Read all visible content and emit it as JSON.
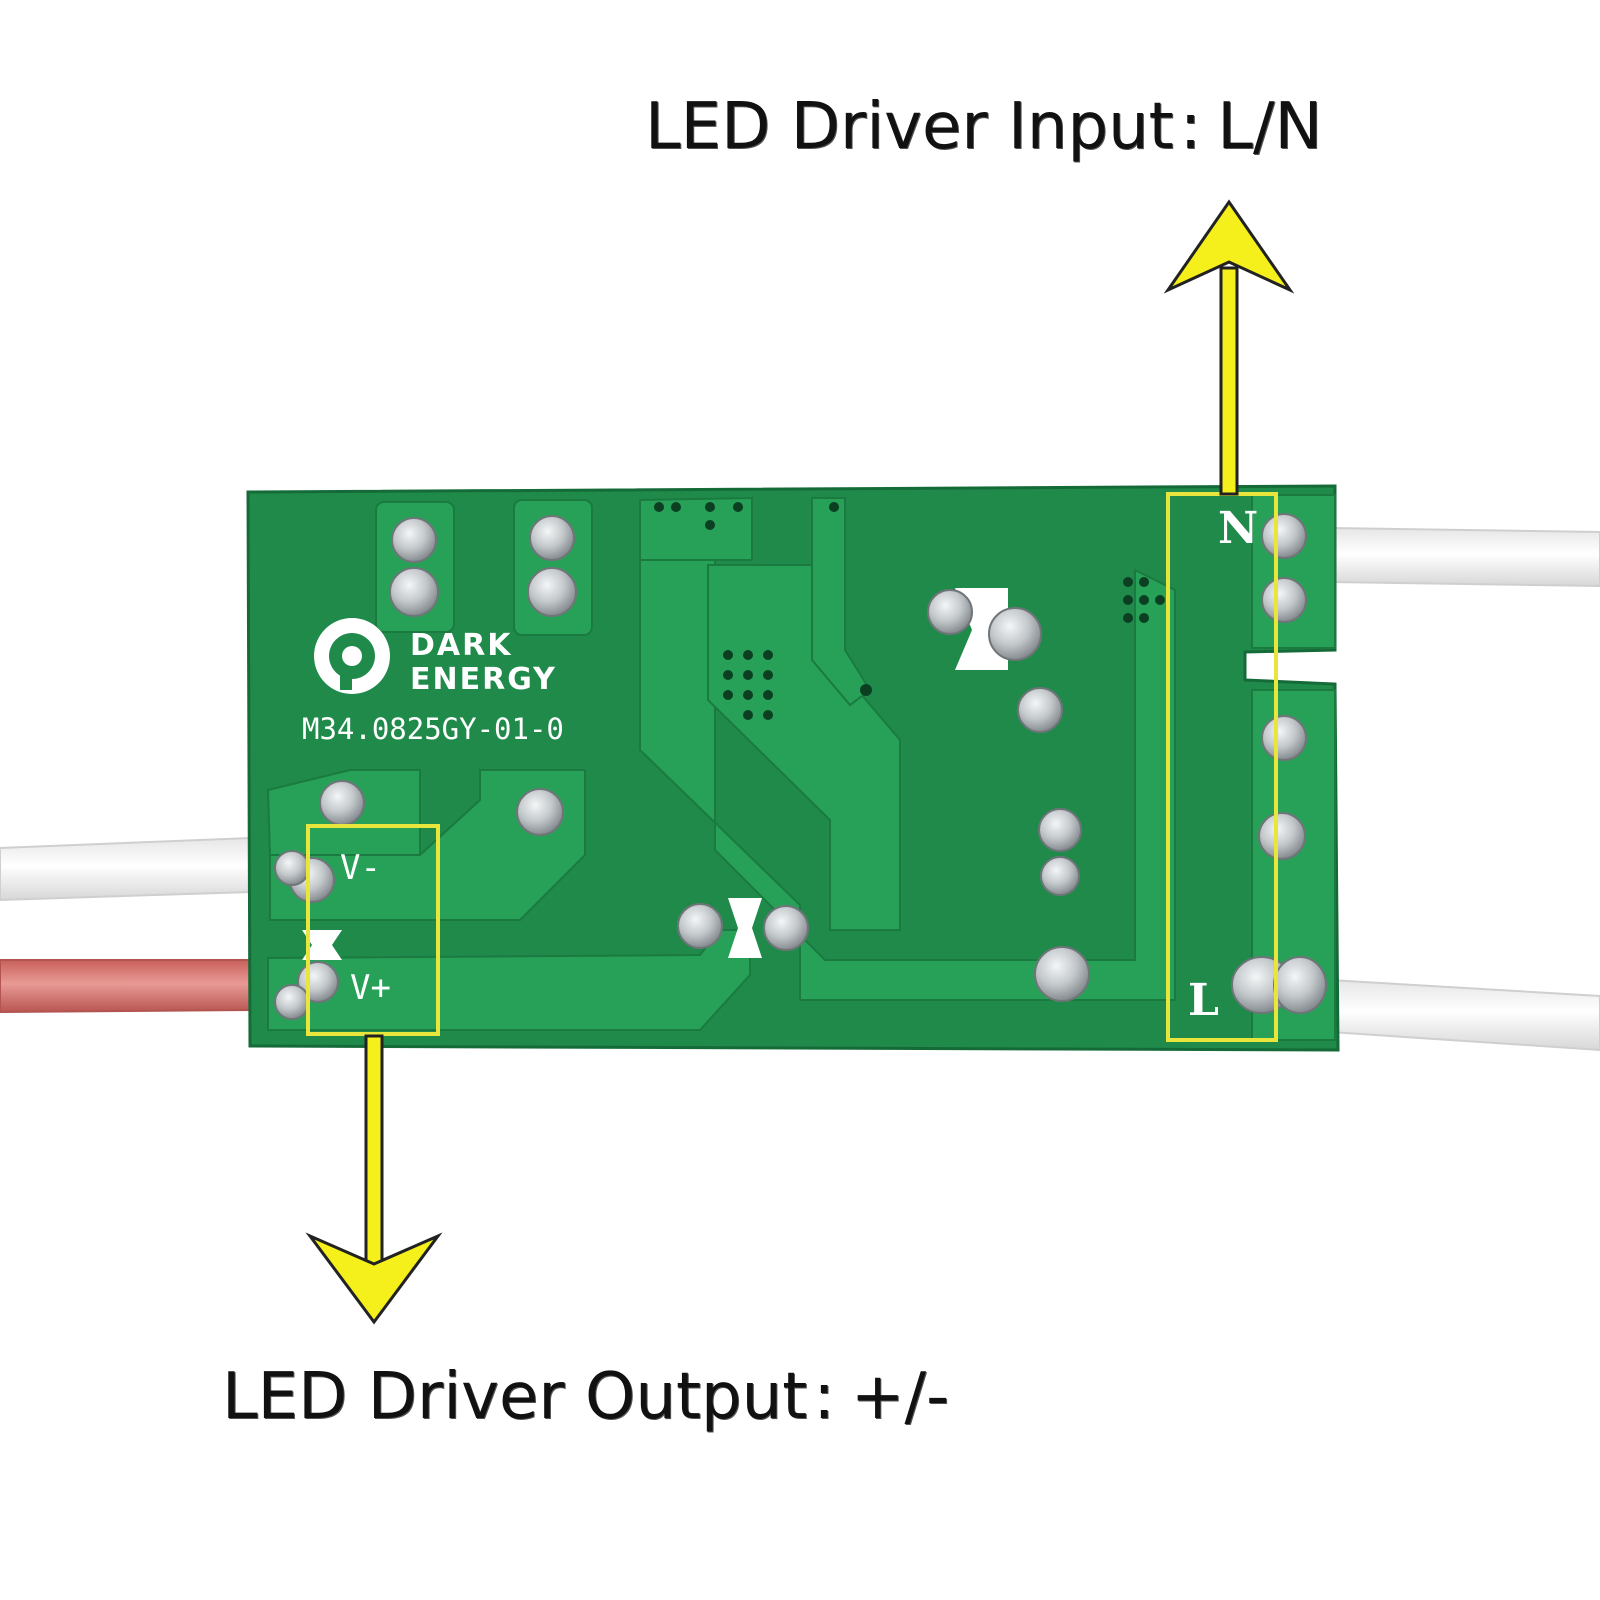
{
  "captions": {
    "input_label": "LED Driver Input",
    "input_separator": ":",
    "input_value": "L/N",
    "output_label": "LED Driver Output",
    "output_separator": ":",
    "output_value": "+/-"
  },
  "board": {
    "brand_line1": "DARK",
    "brand_line2": "ENERGY",
    "model": "M34.0825GY-01-0",
    "pad_vminus": "V-",
    "pad_vplus": "V+",
    "pad_neutral": "N",
    "pad_live": "L"
  },
  "colors": {
    "pcb_green": "#1f8a4a",
    "trace_green": "#27a157",
    "highlight_yellow": "#e8e63c",
    "arrow_yellow": "#f5ef1c",
    "wire_white": "#f3f3f3",
    "wire_red": "#d77c78",
    "solder_silver": "#c9cdd0"
  }
}
